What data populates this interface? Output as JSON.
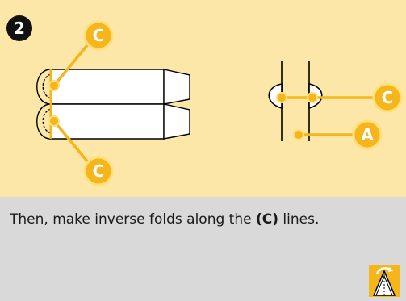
{
  "step": {
    "number": "2"
  },
  "labels": {
    "c_top": "C",
    "c_bottom": "C",
    "c_right": "C",
    "a_right": "A"
  },
  "instruction": {
    "prefix": "Then, make inverse folds along the ",
    "highlight": "(C)",
    "suffix": " lines."
  },
  "icons": {
    "nav_button": "turn-over-model-icon"
  },
  "colors": {
    "panel_background": "#fce7a8",
    "footer_background": "#d9d9d9",
    "callout_yellow": "#f5b51b",
    "callout_ring": "#ffe07a",
    "line": "#000000"
  }
}
